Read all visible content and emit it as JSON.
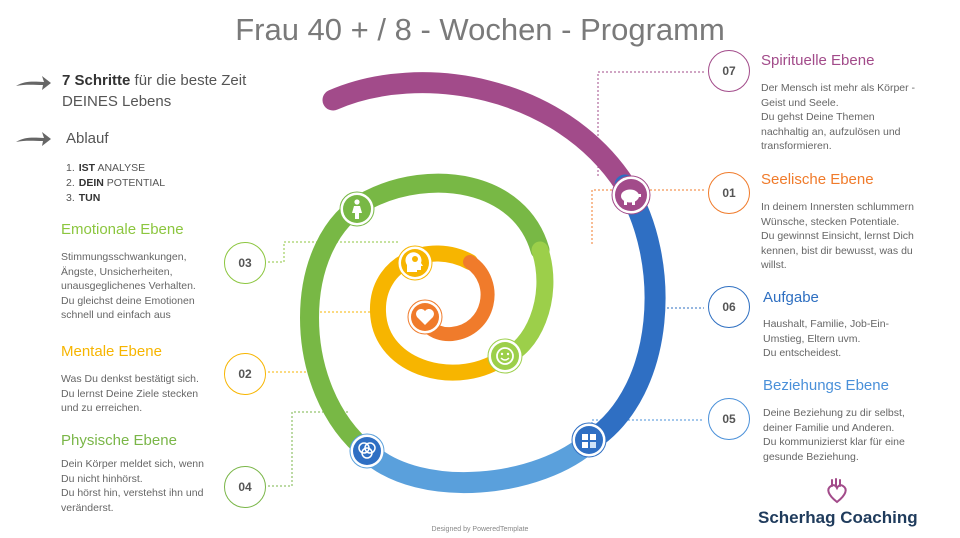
{
  "title": "Frau 40 + / 8 - Wochen - Programm",
  "intro": {
    "bold": "7 Schritte",
    "rest": " für die beste Zeit",
    "line2": "DEINES Lebens"
  },
  "ablauf": "Ablauf",
  "steps": [
    {
      "num": "1.",
      "bold": "IST",
      "text": " ANALYSE"
    },
    {
      "num": "2.",
      "bold": "DEIN",
      "text": " POTENTIAL"
    },
    {
      "num": "3.",
      "bold": "TUN",
      "text": ""
    }
  ],
  "left": {
    "emotional": {
      "number": "03",
      "title": "Emotionale Ebene",
      "color": "#8cc63f",
      "lines": [
        "Stimmungsschwankungen,",
        "Ängste, Unsicherheiten,",
        "unausgeglichenes Verhalten.",
        "Du gleichst deine Emotionen",
        "schnell und einfach aus"
      ]
    },
    "mental": {
      "number": "02",
      "title": "Mentale Ebene",
      "color": "#f7b500",
      "lines": [
        "Was Du denkst bestätigt sich.",
        "Du lernst Deine Ziele stecken",
        "und zu erreichen."
      ]
    },
    "physical": {
      "number": "04",
      "title": "Physische Ebene",
      "color": "#7ab648",
      "lines": [
        "Dein Körper meldet sich, wenn",
        "Du nicht hinhörst.",
        "Du hörst hin, verstehst ihn und",
        "veränderst."
      ]
    }
  },
  "right": {
    "spiritual": {
      "number": "07",
      "title": "Spirituelle Ebene",
      "color": "#a24b8a",
      "lines": [
        "Der Mensch ist mehr als Körper  -",
        "Geist und Seele.",
        "Du gehst Deine Themen",
        "nachhaltig an, aufzulösen und",
        "transformieren."
      ]
    },
    "soul": {
      "number": "01",
      "title": "Seelische Ebene",
      "color": "#f07b2b",
      "lines": [
        "In deinem Innersten schlummern",
        "Wünsche, stecken Potentiale.",
        "Du gewinnst Einsicht, lernst Dich",
        "kennen, bist dir bewusst, was du",
        "willst."
      ]
    },
    "task": {
      "number": "06",
      "title": "Aufgabe",
      "color": "#2e6fc1",
      "lines": [
        "Haushalt, Familie, Job-Ein-",
        "Umstieg, Eltern uvm.",
        "Du entscheidest."
      ]
    },
    "relation": {
      "number": "05",
      "title": "Beziehungs Ebene",
      "color": "#4a90d9",
      "lines": [
        "Deine Beziehung zu dir selbst,",
        "deiner Familie und Anderen.",
        "Du kommunizierst klar für eine",
        "gesunde Beziehung."
      ]
    }
  },
  "footer": "Designed by PoweredTemplate",
  "brand": "Scherhag Coaching",
  "icons": [
    "woman-icon",
    "brain-head-icon",
    "heart-icon",
    "smiley-icon",
    "piggy-bank-icon",
    "venn-circles-icon",
    "puzzle-icon",
    "heart-hands-logo-icon"
  ]
}
